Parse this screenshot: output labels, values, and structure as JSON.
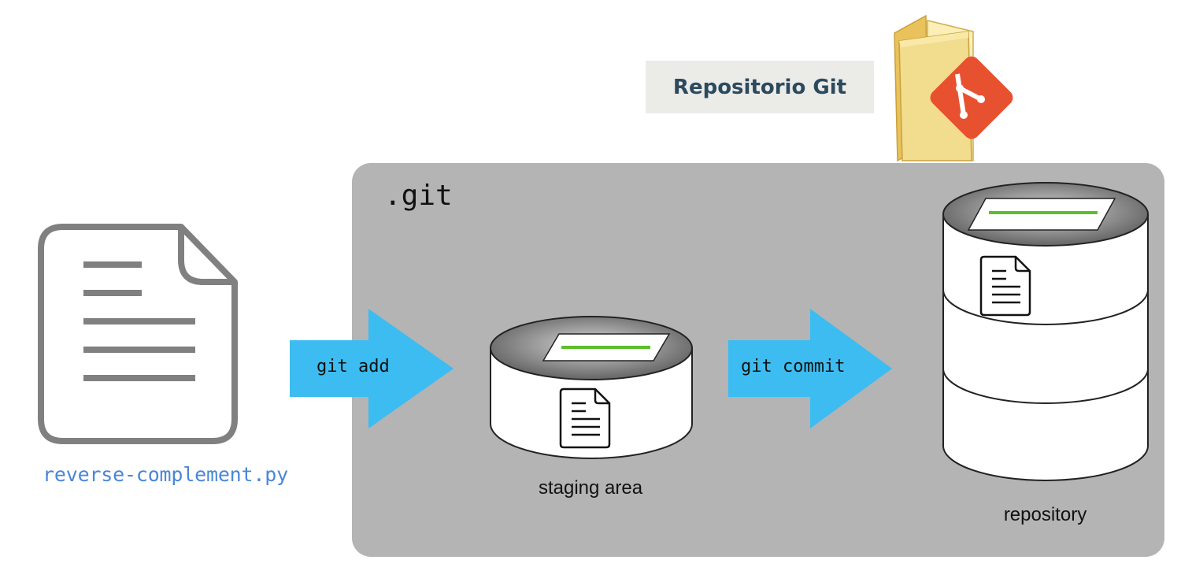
{
  "file": {
    "name": "reverse-complement.py",
    "icon": "document-icon"
  },
  "repo_badge": {
    "label": "Repositorio Git",
    "icon": "git-folder-icon"
  },
  "git_dir": {
    "label": ".git"
  },
  "actions": [
    {
      "label": "git add",
      "icon": "arrow-right-icon"
    },
    {
      "label": "git commit",
      "icon": "arrow-right-icon"
    }
  ],
  "stores": [
    {
      "label": "staging area",
      "icon": "database-cylinder-icon"
    },
    {
      "label": "repository",
      "icon": "database-cylinder-icon"
    }
  ],
  "colors": {
    "arrow": "#3cbcf0",
    "panel": "#b4b4b4",
    "file_label": "#4a86d8",
    "badge_text": "#2b4a5e",
    "git_logo": "#e8512f",
    "folder": "#f2dc8e",
    "green_line": "#5cbf2a"
  }
}
